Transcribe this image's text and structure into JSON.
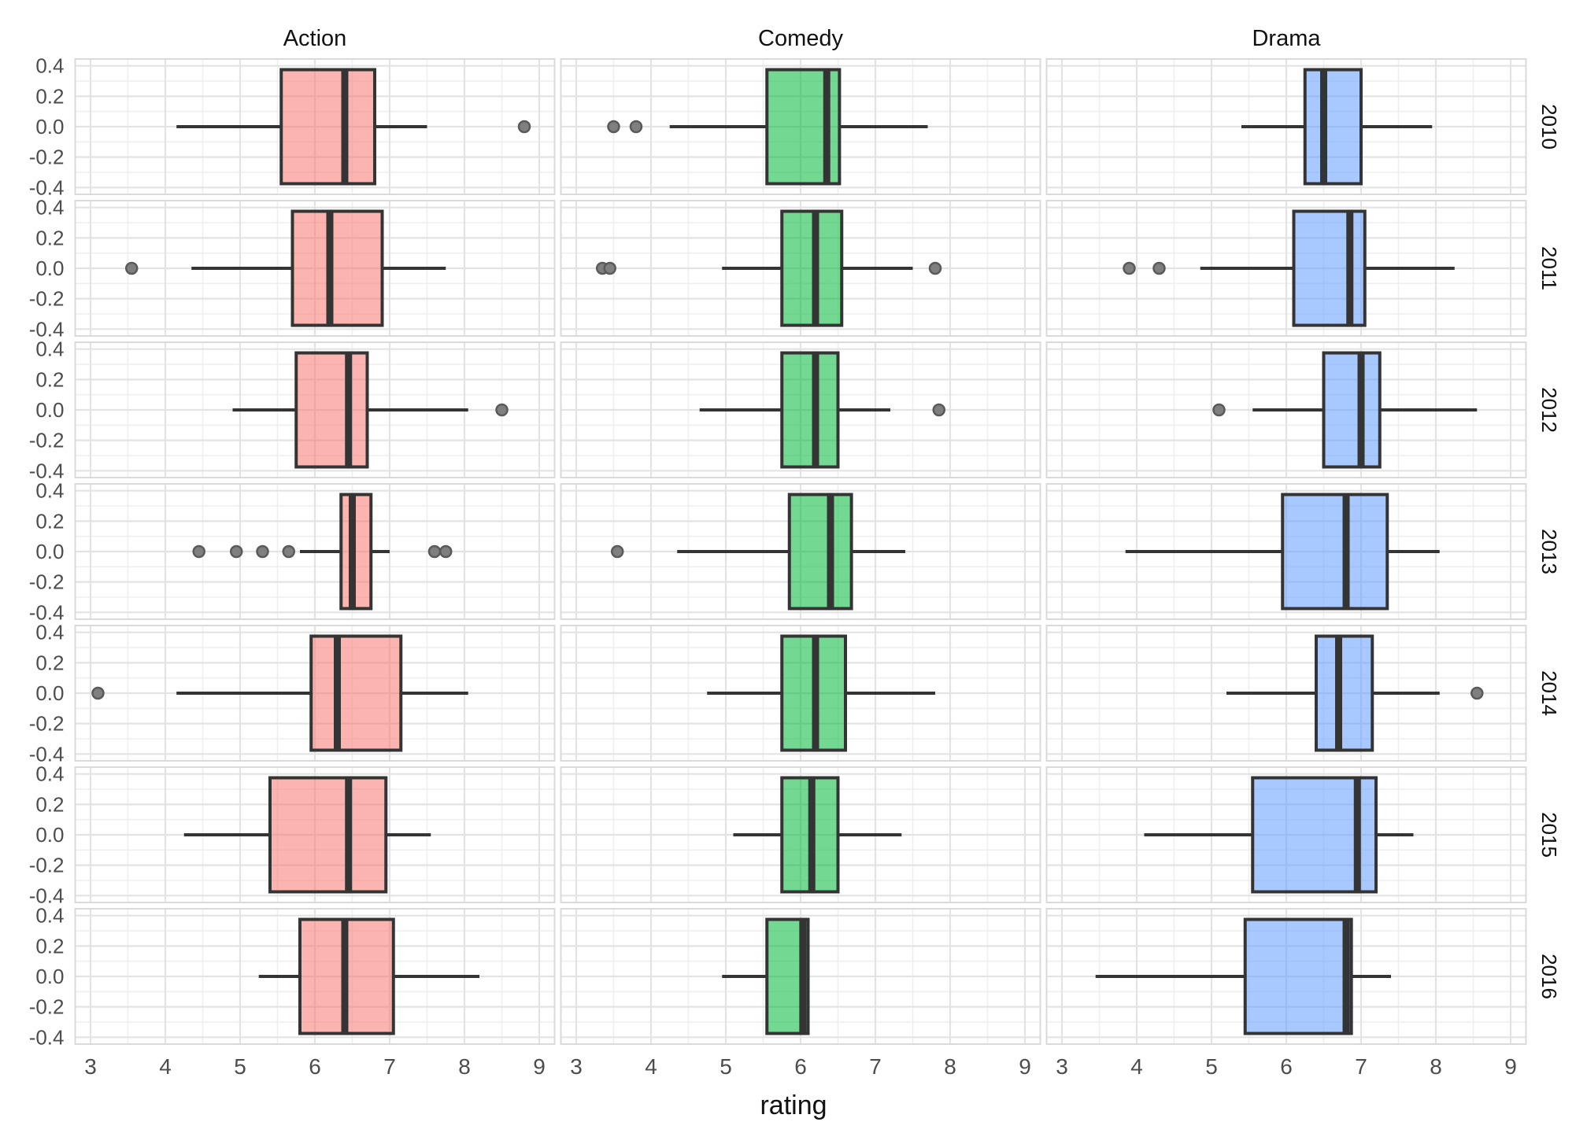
{
  "chart_data": {
    "type": "boxplot",
    "orientation": "horizontal",
    "x_axis_title": "rating",
    "facet_cols": [
      "Action",
      "Comedy",
      "Drama"
    ],
    "facet_rows": [
      "2010",
      "2011",
      "2012",
      "2013",
      "2014",
      "2015",
      "2016"
    ],
    "x": {
      "range": [
        2.795,
        9.205
      ],
      "major_ticks": [
        3,
        4,
        5,
        6,
        7,
        8,
        9
      ],
      "tick_labels": [
        "3",
        "4",
        "5",
        "6",
        "7",
        "8",
        "9"
      ],
      "minor_ticks": [
        3.5,
        4.5,
        5.5,
        6.5,
        7.5,
        8.5
      ]
    },
    "y": {
      "range": [
        -0.445,
        0.445
      ],
      "major_ticks": [
        0.4,
        0.2,
        0.0,
        -0.2,
        -0.4
      ],
      "tick_labels": [
        "0.4",
        "0.2",
        "0.0",
        "-0.2",
        "-0.4"
      ],
      "minor_ticks": [
        0.3,
        0.1,
        -0.1,
        -0.3
      ]
    },
    "box_half_width": 0.375,
    "series": [
      {
        "genre": "Action",
        "base_color": "#F8766D",
        "fill": "rgba(248,118,109,0.55)",
        "boxes": [
          {
            "year": "2010",
            "whisker_lo": 4.15,
            "q1": 5.55,
            "median": 6.4,
            "q3": 6.8,
            "whisker_hi": 7.5,
            "outliers": [
              8.8
            ]
          },
          {
            "year": "2011",
            "whisker_lo": 4.35,
            "q1": 5.7,
            "median": 6.2,
            "q3": 6.9,
            "whisker_hi": 7.75,
            "outliers": [
              3.55
            ]
          },
          {
            "year": "2012",
            "whisker_lo": 4.9,
            "q1": 5.75,
            "median": 6.45,
            "q3": 6.7,
            "whisker_hi": 8.05,
            "outliers": [
              8.5
            ]
          },
          {
            "year": "2013",
            "whisker_lo": 5.8,
            "q1": 6.35,
            "median": 6.5,
            "q3": 6.75,
            "whisker_hi": 7.0,
            "outliers": [
              4.45,
              4.95,
              5.3,
              5.65,
              7.6,
              7.75
            ]
          },
          {
            "year": "2014",
            "whisker_lo": 4.15,
            "q1": 5.95,
            "median": 6.3,
            "q3": 7.15,
            "whisker_hi": 8.05,
            "outliers": [
              3.1
            ]
          },
          {
            "year": "2015",
            "whisker_lo": 4.25,
            "q1": 5.4,
            "median": 6.45,
            "q3": 6.95,
            "whisker_hi": 7.55,
            "outliers": []
          },
          {
            "year": "2016",
            "whisker_lo": 5.25,
            "q1": 5.8,
            "median": 6.4,
            "q3": 7.05,
            "whisker_hi": 8.2,
            "outliers": []
          }
        ]
      },
      {
        "genre": "Comedy",
        "base_color": "#00BA38",
        "fill": "rgba(0,186,56,0.55)",
        "boxes": [
          {
            "year": "2010",
            "whisker_lo": 4.25,
            "q1": 5.55,
            "median": 6.35,
            "q3": 6.52,
            "whisker_hi": 7.7,
            "outliers": [
              3.5,
              3.8
            ]
          },
          {
            "year": "2011",
            "whisker_lo": 4.95,
            "q1": 5.75,
            "median": 6.2,
            "q3": 6.55,
            "whisker_hi": 7.5,
            "outliers": [
              3.35,
              3.45,
              7.8
            ]
          },
          {
            "year": "2012",
            "whisker_lo": 4.65,
            "q1": 5.75,
            "median": 6.2,
            "q3": 6.5,
            "whisker_hi": 7.2,
            "outliers": [
              7.85
            ]
          },
          {
            "year": "2013",
            "whisker_lo": 4.35,
            "q1": 5.85,
            "median": 6.4,
            "q3": 6.68,
            "whisker_hi": 7.4,
            "outliers": [
              3.55
            ]
          },
          {
            "year": "2014",
            "whisker_lo": 4.75,
            "q1": 5.75,
            "median": 6.2,
            "q3": 6.6,
            "whisker_hi": 7.8,
            "outliers": []
          },
          {
            "year": "2015",
            "whisker_lo": 5.1,
            "q1": 5.75,
            "median": 6.15,
            "q3": 6.5,
            "whisker_hi": 7.35,
            "outliers": []
          },
          {
            "year": "2016",
            "whisker_lo": 4.95,
            "q1": 5.55,
            "median": 6.03,
            "q3": 6.1,
            "whisker_hi": 6.1,
            "outliers": []
          }
        ]
      },
      {
        "genre": "Drama",
        "base_color": "#619CFF",
        "fill": "rgba(97,156,255,0.55)",
        "boxes": [
          {
            "year": "2010",
            "whisker_lo": 5.4,
            "q1": 6.25,
            "median": 6.5,
            "q3": 7.0,
            "whisker_hi": 7.95,
            "outliers": []
          },
          {
            "year": "2011",
            "whisker_lo": 4.85,
            "q1": 6.1,
            "median": 6.85,
            "q3": 7.05,
            "whisker_hi": 8.25,
            "outliers": [
              3.9,
              4.3
            ]
          },
          {
            "year": "2012",
            "whisker_lo": 5.55,
            "q1": 6.5,
            "median": 7.0,
            "q3": 7.25,
            "whisker_hi": 8.55,
            "outliers": [
              5.1
            ]
          },
          {
            "year": "2013",
            "whisker_lo": 3.85,
            "q1": 5.95,
            "median": 6.8,
            "q3": 7.35,
            "whisker_hi": 8.05,
            "outliers": []
          },
          {
            "year": "2014",
            "whisker_lo": 5.2,
            "q1": 6.4,
            "median": 6.7,
            "q3": 7.15,
            "whisker_hi": 8.05,
            "outliers": [
              8.55
            ]
          },
          {
            "year": "2015",
            "whisker_lo": 4.1,
            "q1": 5.55,
            "median": 6.95,
            "q3": 7.2,
            "whisker_hi": 7.7,
            "outliers": []
          },
          {
            "year": "2016",
            "whisker_lo": 3.45,
            "q1": 5.45,
            "median": 6.8,
            "q3": 6.87,
            "whisker_hi": 7.4,
            "outliers": []
          }
        ]
      }
    ],
    "colors": {
      "background": "#FFFFFF",
      "panel_background": "#FFFFFF",
      "panel_border": "#DADADA",
      "grid_major": "#E3E3E3",
      "grid_minor": "#EFEFEF",
      "box_stroke": "#343434",
      "whisker_stroke": "#343434",
      "median_stroke": "#343434",
      "outlier_fill": "#7F7F7F",
      "outlier_stroke": "#5A5A5A",
      "axis_tick_text": "#4D4D4D",
      "facet_title_text": "#111111",
      "strip_label_text": "#111111",
      "axis_title_text": "#111111"
    }
  }
}
